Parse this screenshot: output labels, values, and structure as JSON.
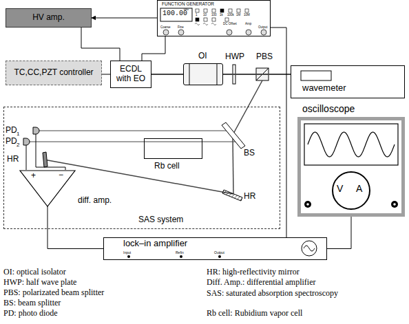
{
  "diagram": {
    "nodes": [
      {
        "text": [
          "FUNCTION GENERATOR",
          "100.00",
          "kHz",
          "1",
          "10",
          "100",
          "1k",
          "100k",
          "1M",
          "10M",
          "DC Offset",
          "Amp",
          "Coarse",
          "Fine",
          "Output"
        ]
      },
      {
        "text": [
          "HV amp."
        ]
      },
      {
        "text": [
          "TC,CC,PZT controller"
        ]
      },
      {
        "text": [
          "ECDL with EO"
        ]
      },
      {
        "text": [
          "OI"
        ]
      },
      {
        "text": [
          "wavemeter"
        ]
      },
      {
        "text": [
          "SAS system"
        ]
      },
      {
        "text": [
          "Rb cell"
        ],
        "in": 6
      },
      {
        "text": [
          "+",
          "−",
          "diff. amp."
        ],
        "in": 6
      },
      {
        "text": [
          "oscilloscope",
          "V",
          "A"
        ]
      },
      {
        "text": [
          "lock–in amplifier",
          "Input",
          "Refin",
          "Output"
        ]
      }
    ],
    "edges": [
      {
        "from": 0,
        "to": 1,
        "arrow": "to"
      },
      {
        "from": 1,
        "to": 3,
        "arrow": "none"
      },
      {
        "from": 0,
        "to": 3,
        "arrow": "none"
      },
      {
        "from": 2,
        "to": 3,
        "arrow": "none"
      },
      {
        "from": 3,
        "to": 4,
        "arrow": "none"
      },
      {
        "from": 4,
        "to": 5,
        "arrow": "none"
      },
      {
        "from": 8,
        "to": 10,
        "arrow": "none"
      },
      {
        "from": 0,
        "to": 10,
        "arrow": "none"
      },
      {
        "from": 10,
        "to": 9,
        "arrow": "none"
      }
    ],
    "labels": [
      "HWP",
      "PBS",
      "PD",
      "1",
      "PD",
      "2",
      "HR",
      "BS",
      "HR",
      "OI: optical isolator",
      "HWP: half wave plate",
      "PBS: polarizated beam splitter",
      "BS: beam splitter",
      "PD: photo diode",
      "HR: high-reflectivity mirror",
      "Diff. Amp.: differential amplifier",
      "SAS: saturated absorption spectroscopy",
      "Rb cell: Rubidium vapor cell"
    ]
  }
}
